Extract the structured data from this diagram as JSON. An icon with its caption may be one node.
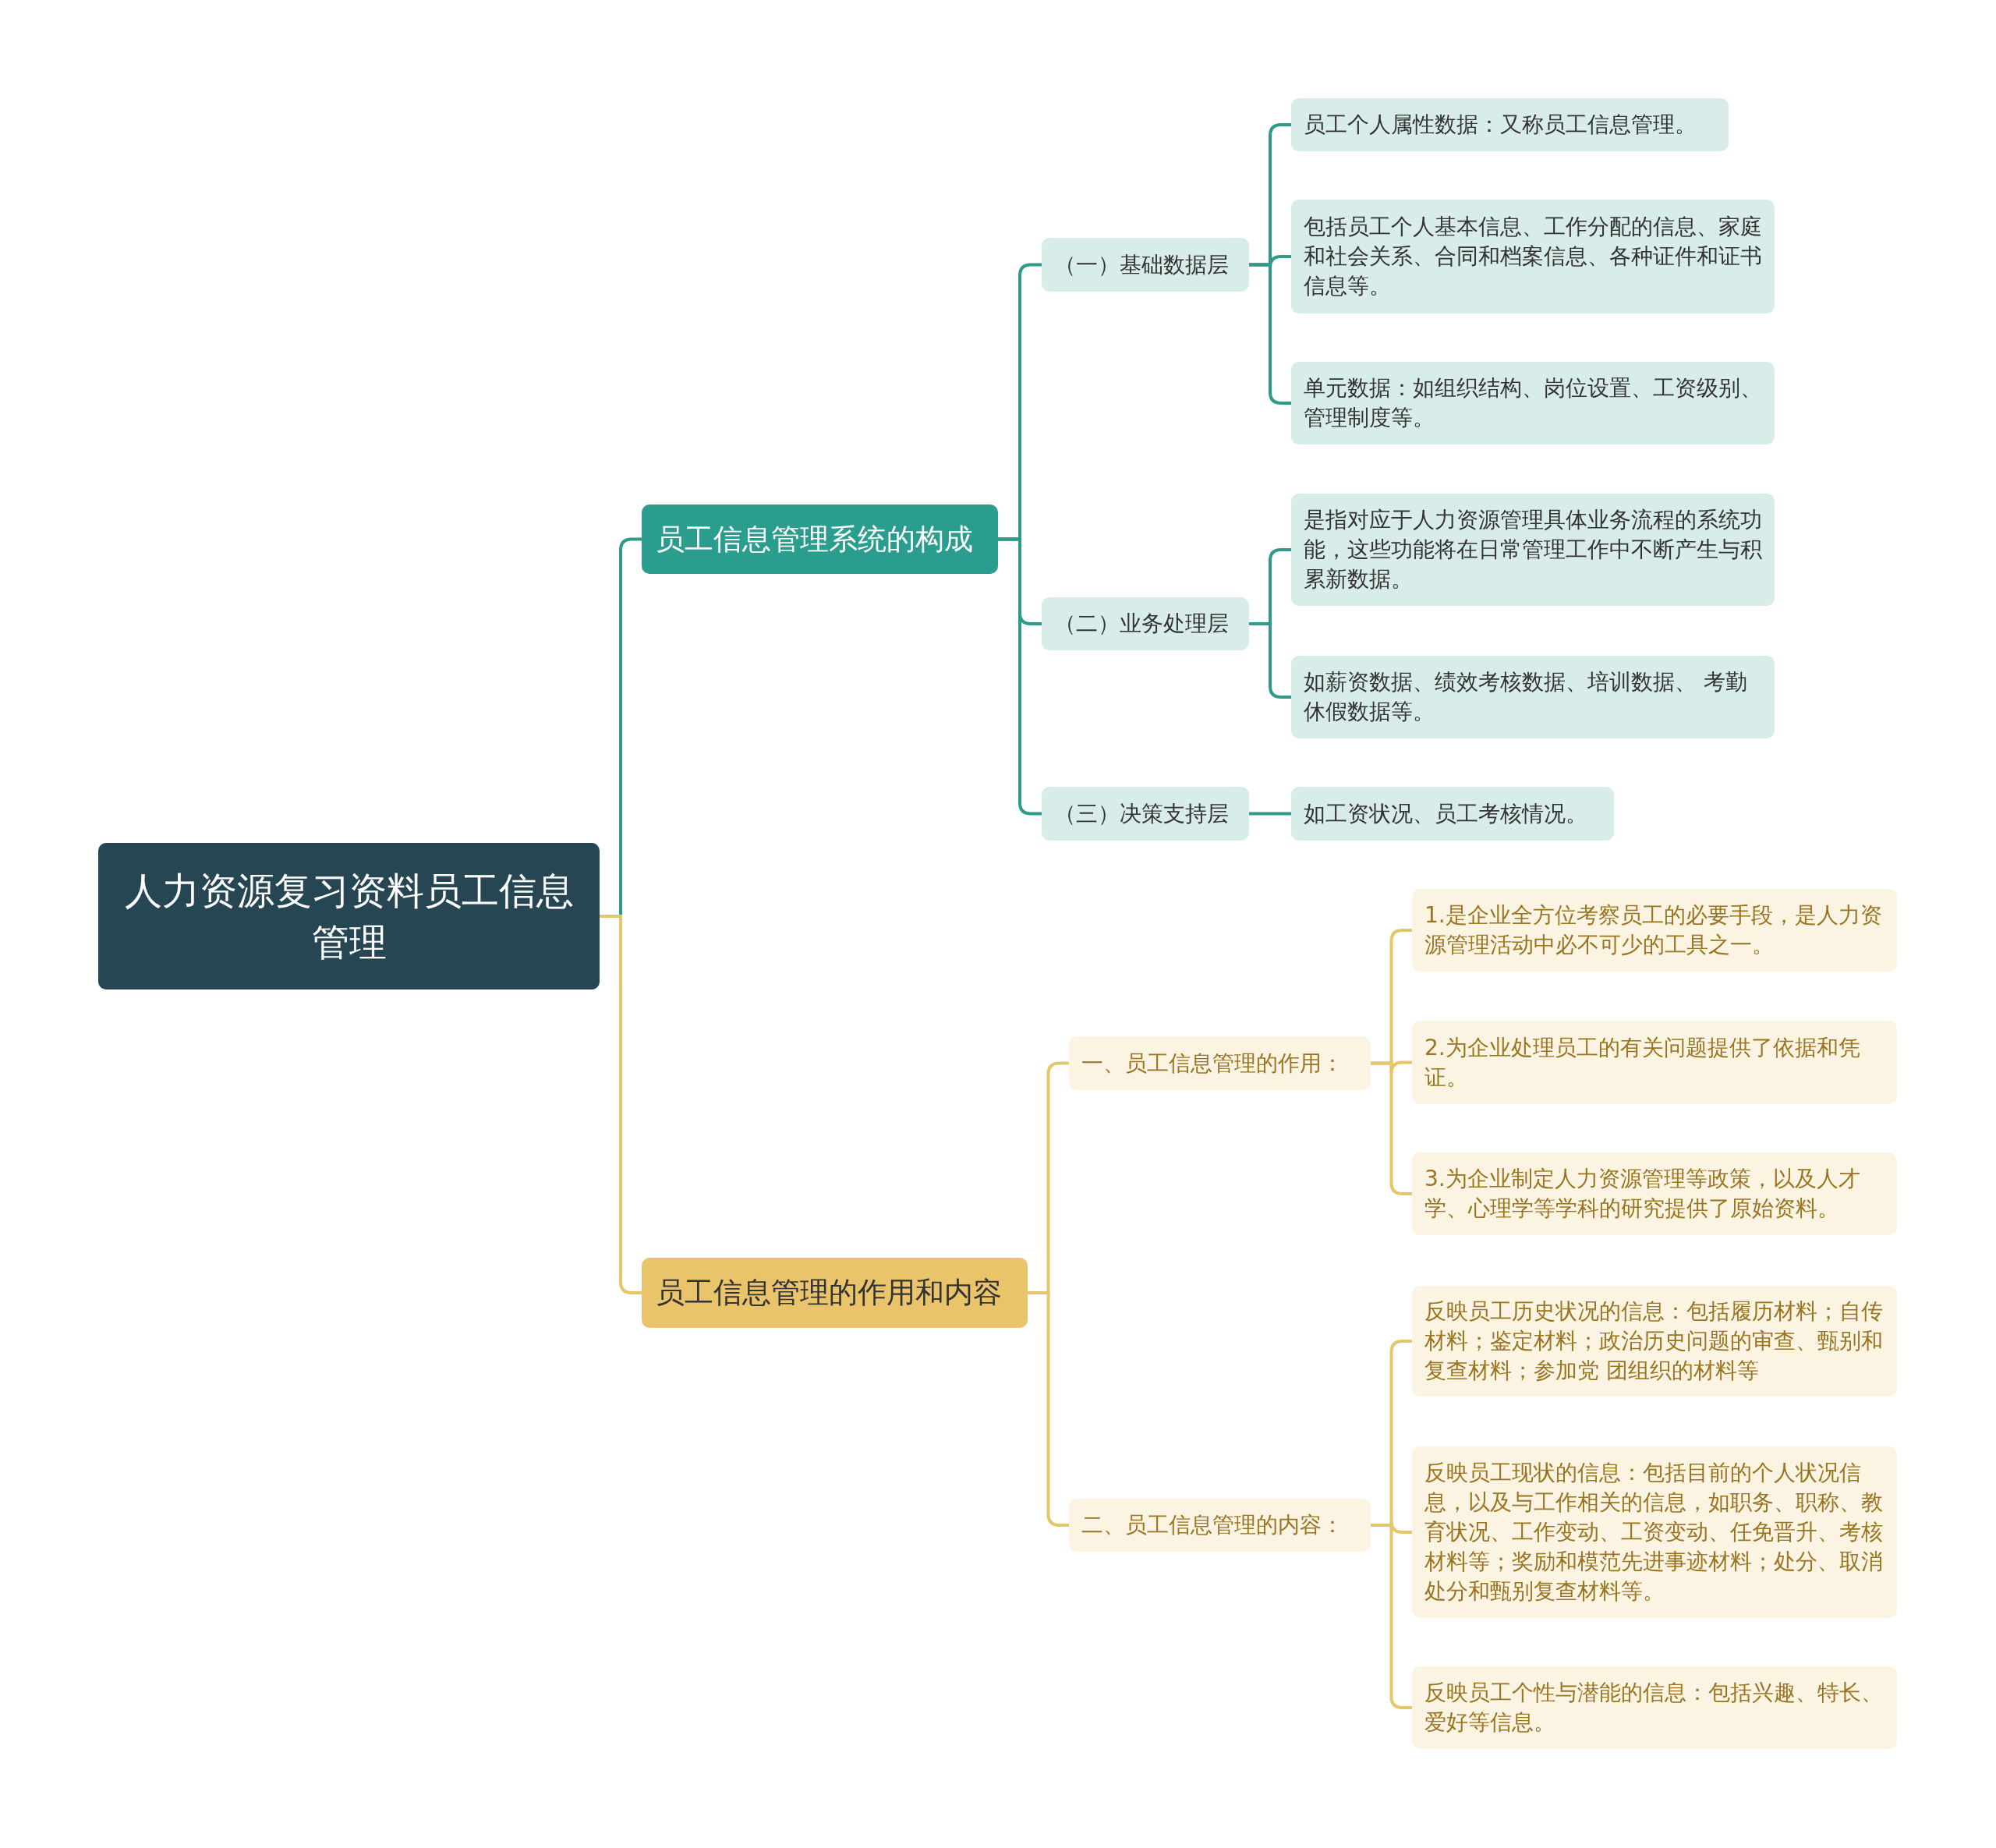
{
  "diagram": {
    "nodes": [
      {
        "text": [
          "人力资源复习资料员工信息管理"
        ]
      },
      {
        "text": [
          "员工信息管理系统的构成"
        ]
      },
      {
        "text": [
          "（一）基础数据层"
        ]
      },
      {
        "text": [
          "员工个人属性数据：又称员工信息管理。"
        ]
      },
      {
        "text": [
          "包括员工个人基本信息、工作分配的信息、家庭和社会关系、合同和档案信息、各种证件和证书信息等。"
        ]
      },
      {
        "text": [
          "单元数据：如组织结构、岗位设置、工资级别、管理制度等。"
        ]
      },
      {
        "text": [
          "（二）业务处理层"
        ]
      },
      {
        "text": [
          "是指对应于人力资源管理具体业务流程的系统功能，这些功能将在日常管理工作中不断产生与积累新数据。"
        ]
      },
      {
        "text": [
          "如薪资数据、绩效考核数据、培训数据、 考勤休假数据等。"
        ]
      },
      {
        "text": [
          "（三）决策支持层"
        ]
      },
      {
        "text": [
          "如工资状况、员工考核情况。"
        ]
      },
      {
        "text": [
          "员工信息管理的作用和内容"
        ]
      },
      {
        "text": [
          "一、员工信息管理的作用："
        ]
      },
      {
        "text": [
          "1.是企业全方位考察员工的必要手段，是人力资源管理活动中必不可少的工具之一。"
        ]
      },
      {
        "text": [
          "2.为企业处理员工的有关问题提供了依据和凭证。"
        ]
      },
      {
        "text": [
          "3.为企业制定人力资源管理等政策，以及人才学、心理学等学科的研究提供了原始资料。"
        ]
      },
      {
        "text": [
          "二、员工信息管理的内容："
        ]
      },
      {
        "text": [
          "反映员工历史状况的信息：包括履历材料；自传材料；鉴定材料；政治历史问题的审查、甄别和复查材料；参加党 团组织的材料等"
        ]
      },
      {
        "text": [
          "反映员工现状的信息：包括目前的个人状况信息，以及与工作相关的信息，如职务、职称、教育状况、工作变动、工资变动、任免晋升、考核材料等；奖励和模范先进事迹材料；处分、取消处分和甄别复查材料等。"
        ]
      },
      {
        "text": [
          "反映员工个性与潜能的信息：包括兴趣、特长、爱好等信息。"
        ]
      }
    ],
    "edges": [
      {
        "from": 0,
        "to": 1,
        "arrow": "none"
      },
      {
        "from": 1,
        "to": 2,
        "arrow": "none"
      },
      {
        "from": 2,
        "to": 3,
        "arrow": "none"
      },
      {
        "from": 2,
        "to": 4,
        "arrow": "none"
      },
      {
        "from": 2,
        "to": 5,
        "arrow": "none"
      },
      {
        "from": 1,
        "to": 6,
        "arrow": "none"
      },
      {
        "from": 6,
        "to": 7,
        "arrow": "none"
      },
      {
        "from": 6,
        "to": 8,
        "arrow": "none"
      },
      {
        "from": 1,
        "to": 9,
        "arrow": "none"
      },
      {
        "from": 9,
        "to": 10,
        "arrow": "none"
      },
      {
        "from": 0,
        "to": 11,
        "arrow": "none",
        "color": "#e5c76b"
      },
      {
        "from": 11,
        "to": 12,
        "arrow": "none",
        "color": "#e5c76b"
      },
      {
        "from": 12,
        "to": 13,
        "arrow": "none",
        "color": "#e5c76b"
      },
      {
        "from": 12,
        "to": 14,
        "arrow": "none",
        "color": "#e5c76b"
      },
      {
        "from": 12,
        "to": 15,
        "arrow": "none",
        "color": "#e5c76b"
      },
      {
        "from": 11,
        "to": 16,
        "arrow": "none",
        "color": "#e5c76b"
      },
      {
        "from": 16,
        "to": 17,
        "arrow": "none",
        "color": "#e5c76b"
      },
      {
        "from": 16,
        "to": 18,
        "arrow": "none",
        "color": "#e5c76b"
      },
      {
        "from": 16,
        "to": 19,
        "arrow": "none",
        "color": "#e5c76b"
      }
    ]
  }
}
